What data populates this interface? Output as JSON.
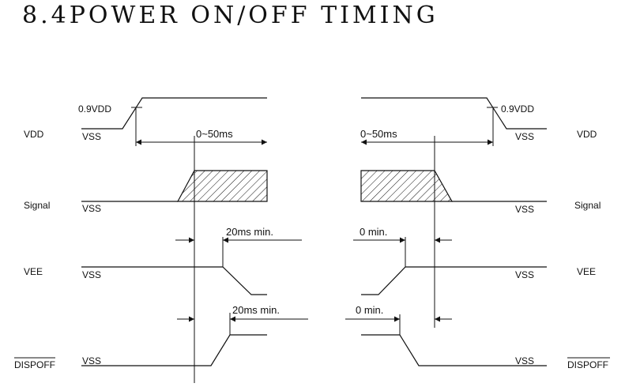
{
  "title": "8.4POWER ON/OFF TIMING",
  "signals": {
    "vdd": "VDD",
    "signal": "Signal",
    "vee": "VEE",
    "dispoff": "DISPOFF"
  },
  "levels": {
    "vss": "VSS",
    "vdd_threshold": "0.9VDD"
  },
  "timings": {
    "vdd_to_signal": "0~50ms",
    "vee_on_delay": "20ms min.",
    "vee_off_delay": "0 min.",
    "dispoff_on_delay": "20ms min.",
    "dispoff_off_delay": "0 min."
  }
}
